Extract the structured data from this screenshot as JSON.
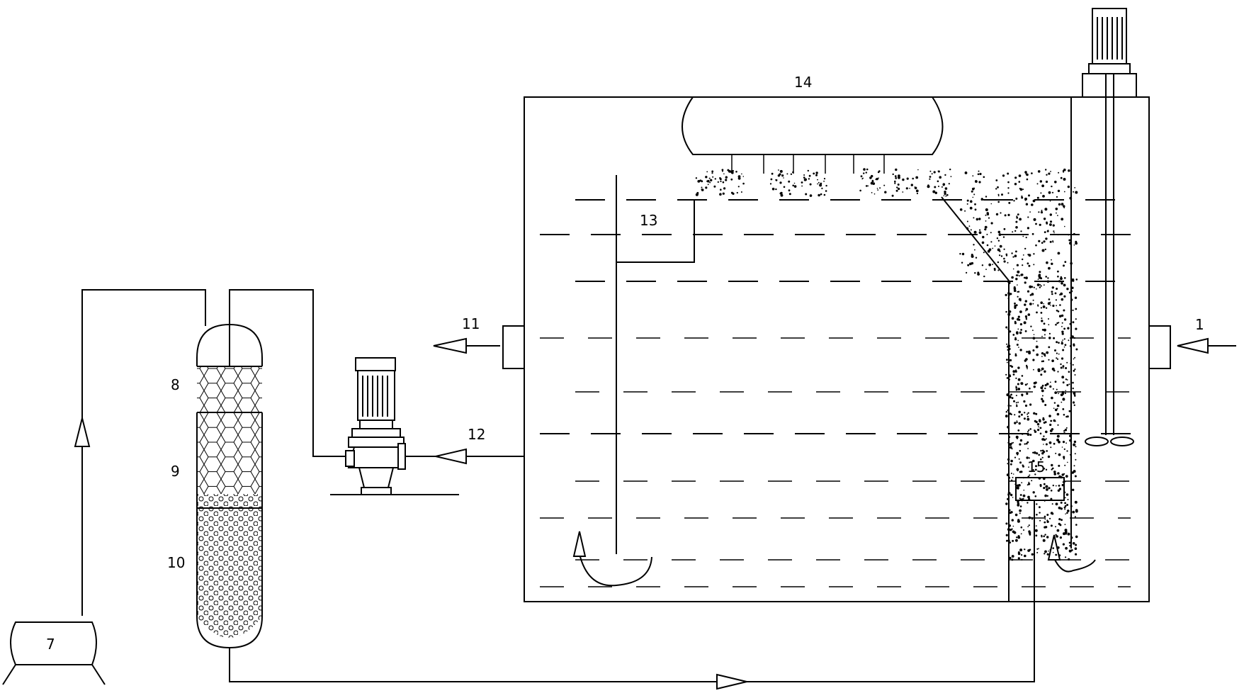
{
  "labels": {
    "l1": "1",
    "l7": "7",
    "l8": "8",
    "l9": "9",
    "l10": "10",
    "l11": "11",
    "l12": "12",
    "l13": "13",
    "l14": "14",
    "l15": "15"
  }
}
